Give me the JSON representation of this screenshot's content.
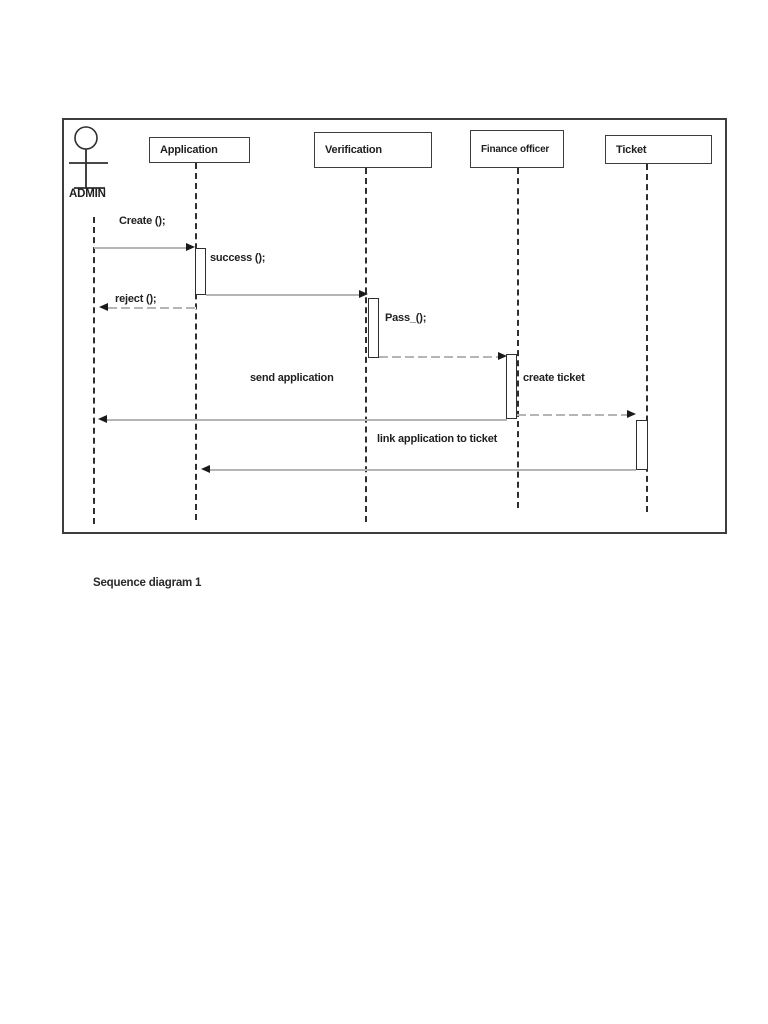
{
  "caption": "Sequence diagram 1",
  "diagram": {
    "actor": {
      "name": "ADMIN"
    },
    "lifelines": [
      {
        "label": "Application"
      },
      {
        "label": "Verification"
      },
      {
        "label": "Finance officer"
      },
      {
        "label": "Ticket"
      }
    ],
    "messages": {
      "create": "Create ();",
      "success": "success ();",
      "reject": "reject ();",
      "pass": "Pass_();",
      "send_application": "send application",
      "create_ticket": "create ticket",
      "link": "link application to ticket"
    },
    "colors": {
      "message_line": "#b5b5b5",
      "border": "#3d3d3d",
      "arrowhead": "#1a1a1a"
    }
  }
}
